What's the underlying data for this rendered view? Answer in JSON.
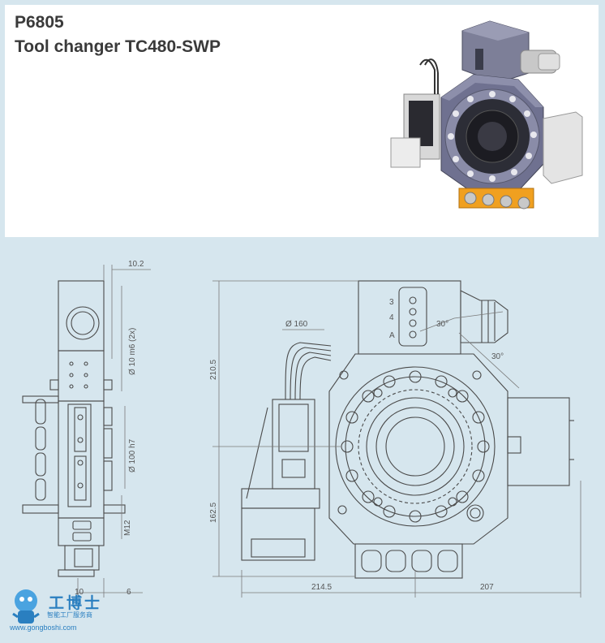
{
  "header": {
    "part_number": "P6805",
    "title": "Tool changer TC480-SWP"
  },
  "dimensions": {
    "d_top": "10.2",
    "d_bolt": "Ø 10 m6 (2x)",
    "d_pilot": "Ø 100 h7",
    "d_thread": "M12",
    "d_small1": "10",
    "d_small2": "6",
    "d_circle": "Ø 160",
    "d_angle1": "30°",
    "d_angle2": "30°",
    "d_height_top": "210.5",
    "d_height_bottom": "162.5",
    "d_width_left": "214.5",
    "d_width_right": "207",
    "connector_labels": [
      "3",
      "4",
      "A"
    ]
  },
  "watermark": {
    "brand": "工博士",
    "subtitle": "智能工厂服务商",
    "url": "www.gongboshi.com"
  },
  "colors": {
    "panel": "#ffffff",
    "background": "#d6e6ee",
    "line": "#4a4a4a",
    "brand": "#2a7fc0",
    "accent": "#f0a020"
  }
}
